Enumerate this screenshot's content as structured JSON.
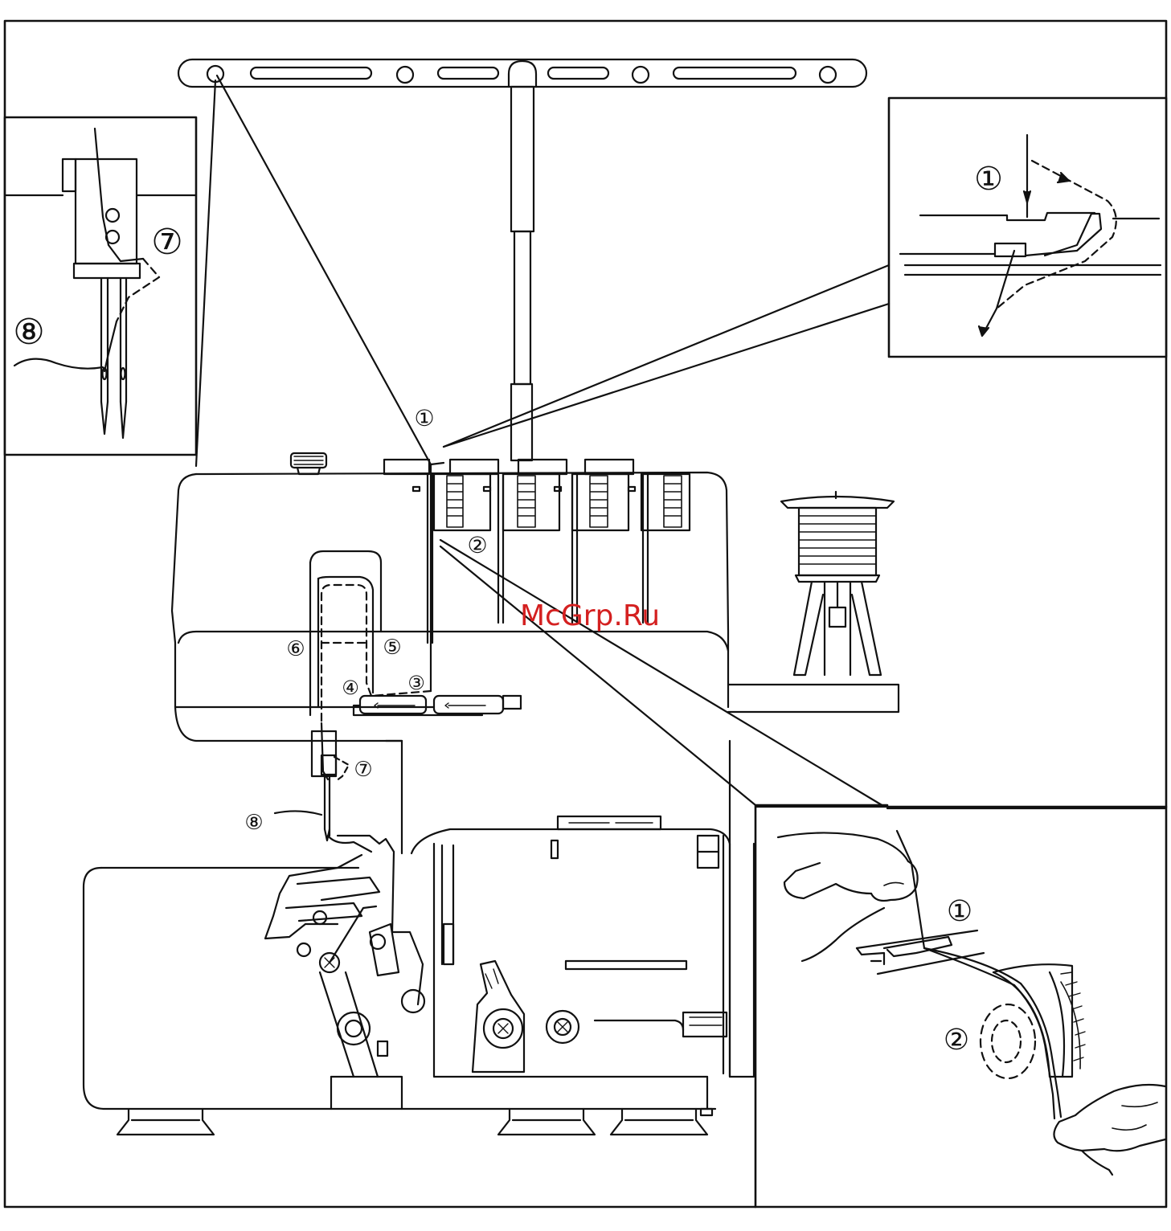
{
  "watermark": "McGrp.Ru",
  "colors": {
    "line": "#111111",
    "watermark": "#d42020",
    "background": "#ffffff"
  },
  "callouts": {
    "main": {
      "c1": "①",
      "c2": "②",
      "c3": "③",
      "c4": "④",
      "c5": "⑤",
      "c6": "⑥",
      "c7": "⑦",
      "c8": "⑧"
    },
    "inset_needle": {
      "c7": "⑦",
      "c8": "⑧"
    },
    "inset_guide": {
      "c1": "①"
    },
    "inset_tension": {
      "c1": "①",
      "c2": "②"
    }
  }
}
